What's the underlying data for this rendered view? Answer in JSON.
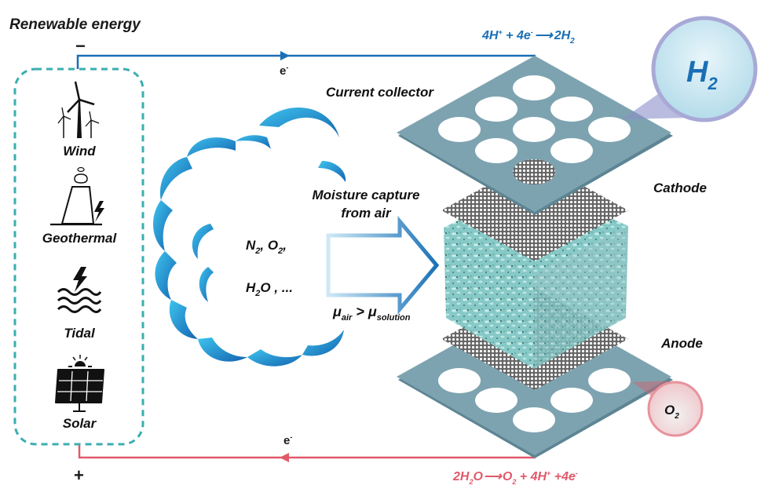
{
  "title": "Renewable energy",
  "polarity": {
    "negative": "−",
    "positive": "+"
  },
  "electron_label": "e",
  "electron_sup": "-",
  "sources": [
    {
      "name": "Wind",
      "icon": "wind-turbine-icon"
    },
    {
      "name": "Geothermal",
      "icon": "geothermal-plant-icon"
    },
    {
      "name": "Tidal",
      "icon": "tidal-wave-icon"
    },
    {
      "name": "Solar",
      "icon": "solar-panel-icon"
    }
  ],
  "air": {
    "line1": {
      "a": "N",
      "a_sub": "2",
      "sep1": ", O",
      "b_sub": "2",
      "sep2": ","
    },
    "line2": {
      "a": "H",
      "a_sub": "2",
      "rest": "O , ..."
    }
  },
  "capture": {
    "line1": "Moisture capture",
    "line2": "from air",
    "mu": "μ",
    "air_sub": "air",
    "gt": " > ",
    "solution_sub": "solution"
  },
  "labels": {
    "current_collector": "Current collector",
    "cathode": "Cathode",
    "anode": "Anode"
  },
  "cathode_reaction": {
    "p1": "4H",
    "p1_sup": "+",
    "p2": " + 4e",
    "p2_sup": "-",
    "arrow": "⟶",
    "p3": "2H",
    "p3_sub": "2"
  },
  "anode_reaction": {
    "p1": "2H",
    "p1_sub": "2",
    "p2": "O",
    "arrow": "⟶",
    "p3": "O",
    "p3_sub": "2",
    "p4": " + 4H",
    "p4_sup": "+",
    "p5": " +4e",
    "p5_sup": "-"
  },
  "bubbles": {
    "h2": {
      "main": "H",
      "sub": "2"
    },
    "o2": {
      "main": "O",
      "sub": "2"
    }
  },
  "colors": {
    "negative_wire": "#1a6fb5",
    "positive_wire": "#e05a6a",
    "dashed_box": "#3aaeb0",
    "plate": "#7ea3b0",
    "plate_edge": "#5d8593",
    "mesh": "#6b6b6b",
    "foam": "#8fcfcc",
    "cloud_light": "#33b8e6",
    "cloud_dark": "#1565b0",
    "h2_bubble": "#c9e6f0",
    "o2_bubble": "#f4c8cc",
    "text": "#1a1a1a",
    "cathode_text": "#1a6fb5",
    "anode_text": "#e05a6a"
  }
}
